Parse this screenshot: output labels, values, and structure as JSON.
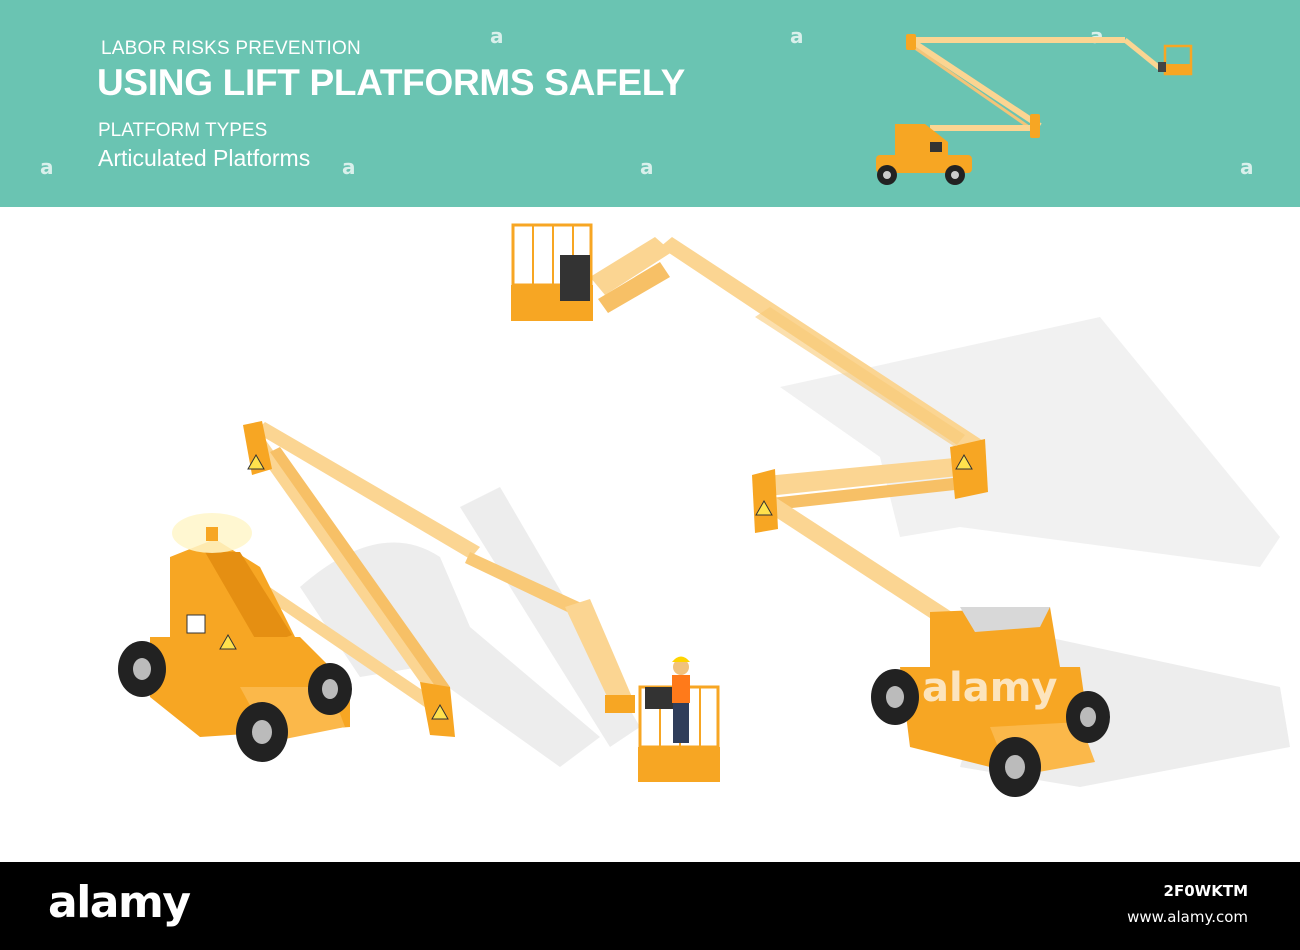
{
  "header": {
    "kicker": "LABOR RISKS PREVENTION",
    "title": "USING LIFT PLATFORMS SAFELY",
    "subkicker": "PLATFORM TYPES",
    "subtitle": "Articulated Platforms"
  },
  "watermark": {
    "glyph": "a",
    "text": "alamy"
  },
  "footer": {
    "logo": "alamy",
    "image_id": "2F0WKTM",
    "url": "www.alamy.com"
  },
  "colors": {
    "banner": "#6ac4b2",
    "machine_orange": "#f7a623",
    "boom_yellow": "#fbd592",
    "tire": "#222222",
    "footer": "#000000"
  },
  "icons": {
    "warning_sign": "warning-triangle-icon",
    "beacon": "beacon-light-icon",
    "worker": "worker-figure"
  }
}
